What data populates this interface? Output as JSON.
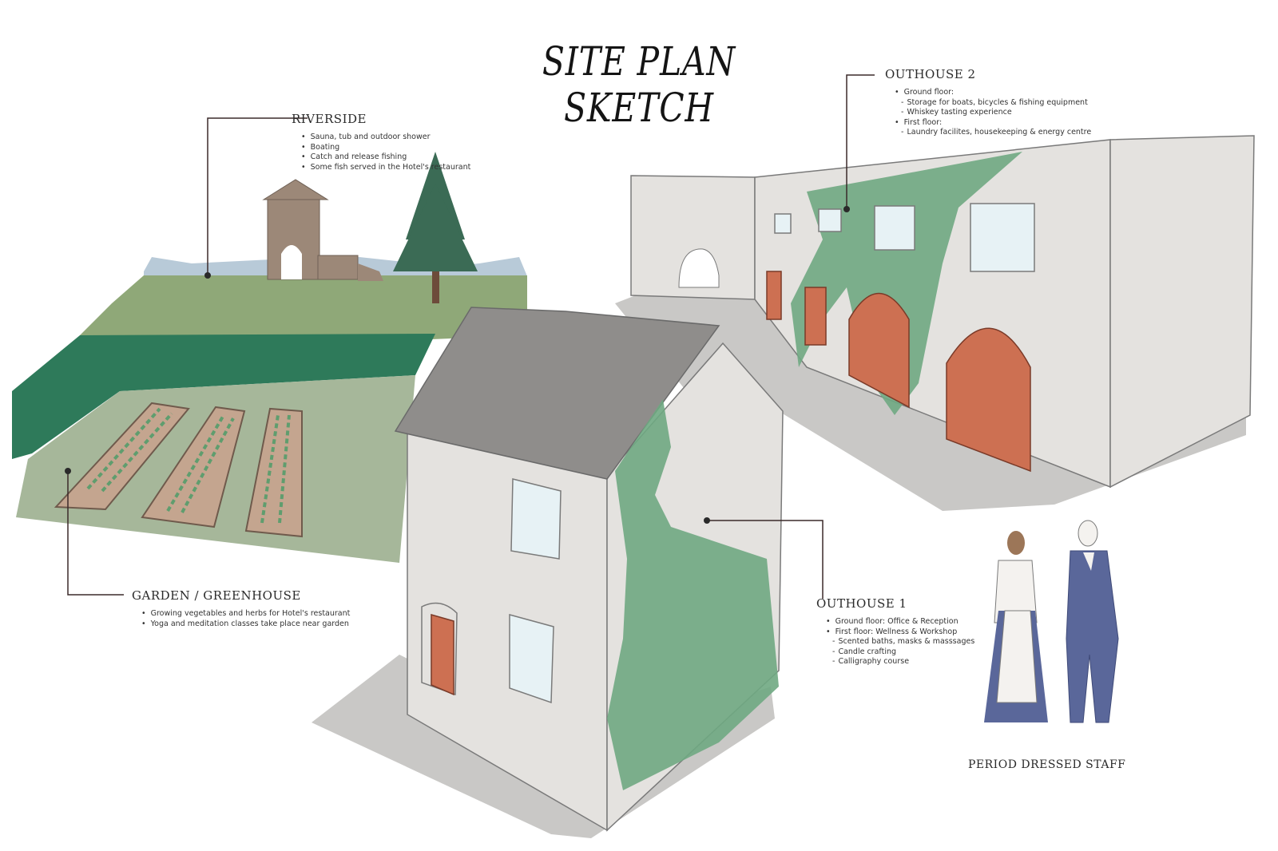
{
  "title": "SITE PLAN SKETCH",
  "colors": {
    "grass": "#8fa878",
    "hedge": "#2e7a5a",
    "garden_lawn": "#a6b79a",
    "wall": "#e4e2df",
    "roof": "#8f8d8b",
    "ivy": "#6fa882",
    "door": "#cd7052",
    "window": "#e7f2f5",
    "shadow": "#c9c8c6",
    "water": "#b8cad8",
    "shed": "#9c8878",
    "tree": "#3b6b55"
  },
  "riverside": {
    "heading": "RIVERSIDE",
    "items": [
      "Sauna, tub and outdoor shower",
      "Boating",
      "Catch and release fishing",
      "Some fish served in the Hotel's restaurant"
    ]
  },
  "outhouse2": {
    "heading": "OUTHOUSE 2",
    "items": [
      {
        "text": "Ground floor:",
        "sub": false
      },
      {
        "text": "Storage for boats, bicycles &  fishing equipment",
        "sub": true
      },
      {
        "text": "Whiskey tasting experience",
        "sub": true
      },
      {
        "text": "First floor:",
        "sub": false
      },
      {
        "text": "Laundry facilites, housekeeping & energy centre",
        "sub": true
      }
    ]
  },
  "garden": {
    "heading": "GARDEN / GREENHOUSE",
    "items": [
      "Growing vegetables and herbs for Hotel's restaurant",
      "Yoga and meditation classes take place near garden"
    ]
  },
  "outhouse1": {
    "heading": "OUTHOUSE 1",
    "items": [
      {
        "text": "Ground floor: Office & Reception",
        "sub": false
      },
      {
        "text": "First floor: Wellness & Workshop",
        "sub": false
      },
      {
        "text": "Scented baths, masks & masssages",
        "sub": true
      },
      {
        "text": "Candle crafting",
        "sub": true
      },
      {
        "text": "Calligraphy course",
        "sub": true
      }
    ]
  },
  "staff": {
    "label": "PERIOD DRESSED STAFF"
  }
}
